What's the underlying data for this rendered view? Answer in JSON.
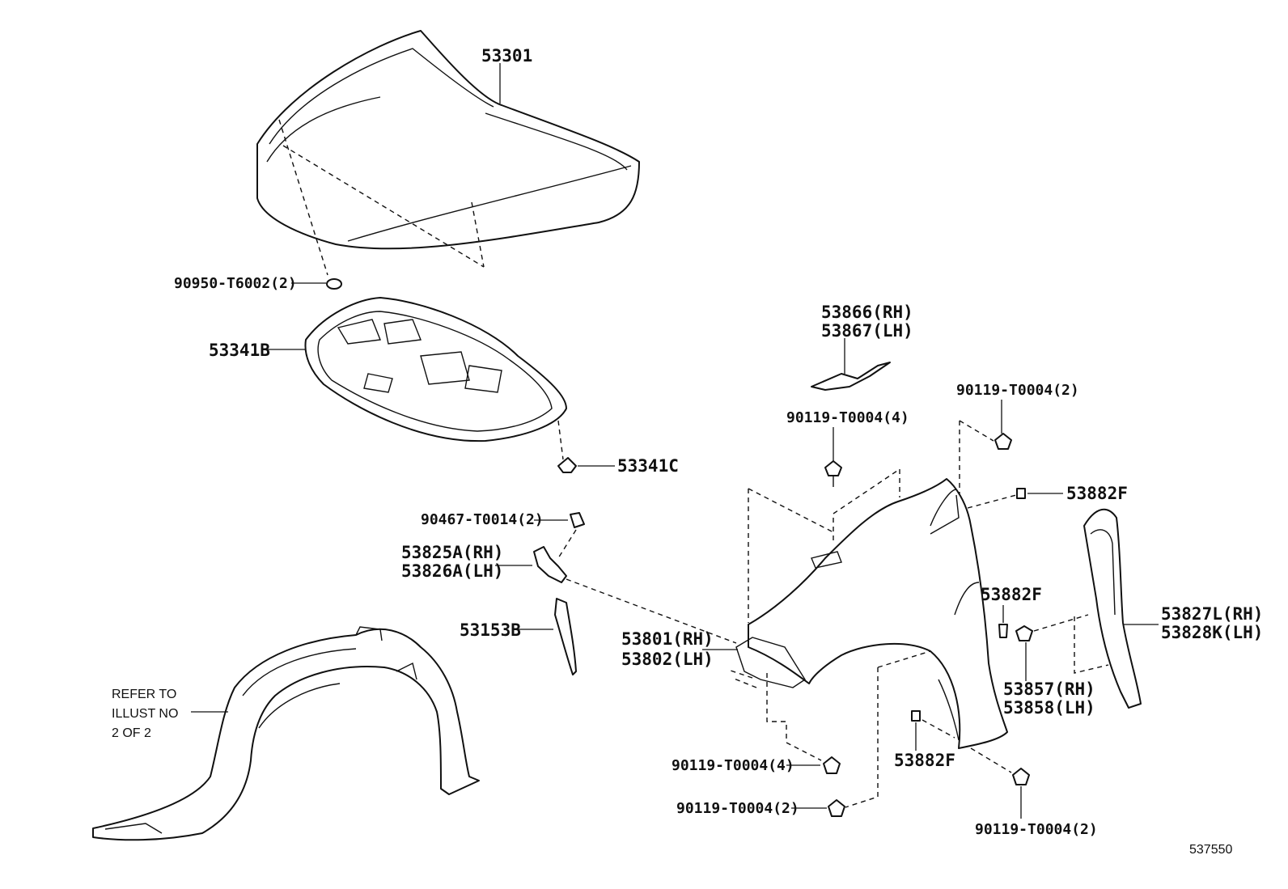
{
  "diagram": {
    "labels": {
      "hood": "53301",
      "hood_cushion": "90950-T6002(2)",
      "hood_insulator": "53341B",
      "insulator_clip": "53341C",
      "fender_liner_bracket_rh": "53866(RH)",
      "fender_liner_bracket_lh": "53867(LH)",
      "bolt_top_center": "90119-T0004(4)",
      "bolt_top_right": "90119-T0004(2)",
      "clip_right_upper": "53882F",
      "clip_right_middle": "53882F",
      "clip_bottom": "53882F",
      "clip_90467": "90467-T0014(2)",
      "bracket_rh": "53825A(RH)",
      "bracket_lh": "53826A(LH)",
      "seal_53153b": "53153B",
      "fender_rh": "53801(RH)",
      "fender_lh": "53802(LH)",
      "seal_rh": "53827L(RH)",
      "seal_lh": "53828K(LH)",
      "stopper_rh": "53857(RH)",
      "stopper_lh": "53858(LH)",
      "bolt_bottom_left_4": "90119-T0004(4)",
      "bolt_bottom_left_2": "90119-T0004(2)",
      "bolt_bottom_right_2": "90119-T0004(2)",
      "refer_line1": "REFER TO",
      "refer_line2": "ILLUST NO",
      "refer_line3": "2 OF 2",
      "illustration_number": "537550"
    }
  }
}
